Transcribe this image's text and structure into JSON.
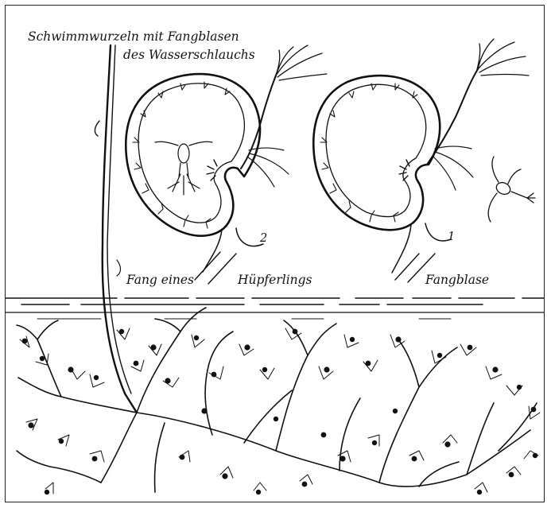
{
  "caption": {
    "line1": "Schwimmwurzeln mit Fangblasen",
    "line2": "des Wasserschlauchs"
  },
  "labels": {
    "fang_eines": "Fang eines",
    "huepferlings": "Hüpferlings",
    "fangblase": "Fangblase",
    "num_bladder_2": "2",
    "num_bladder_1": "1"
  },
  "colors": {
    "ink": "#111111",
    "paper": "#ffffff"
  }
}
